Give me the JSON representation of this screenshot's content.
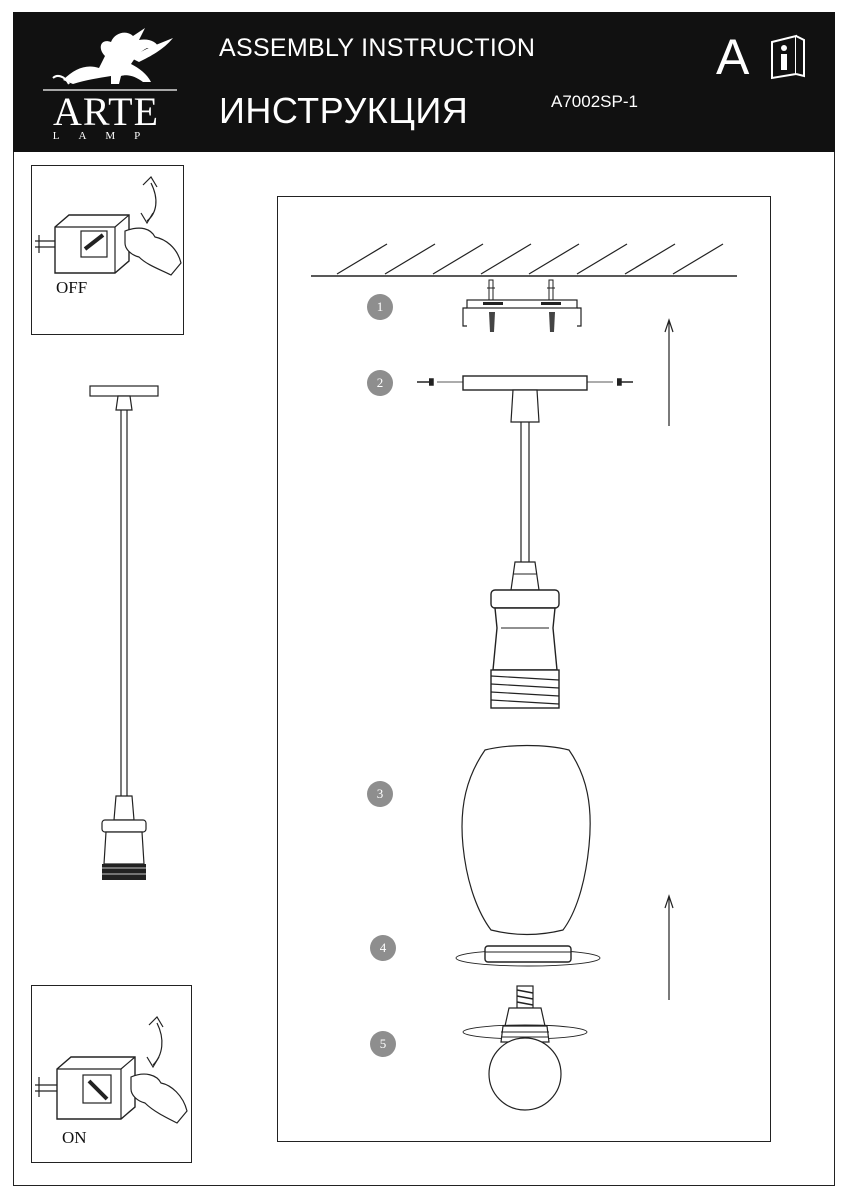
{
  "header": {
    "brand": "ARTE",
    "brand_sub": "LAMP",
    "title_en": "ASSEMBLY INSTRUCTION",
    "title_ru": "ИНСТРУКЦИЯ",
    "model": "A7002SP-1",
    "language_letter": "A",
    "icons": [
      "griffin-logo-icon",
      "info-manual-icon"
    ]
  },
  "switches": {
    "off_label": "OFF",
    "on_label": "ON"
  },
  "steps": [
    "1",
    "2",
    "3",
    "4",
    "5"
  ]
}
